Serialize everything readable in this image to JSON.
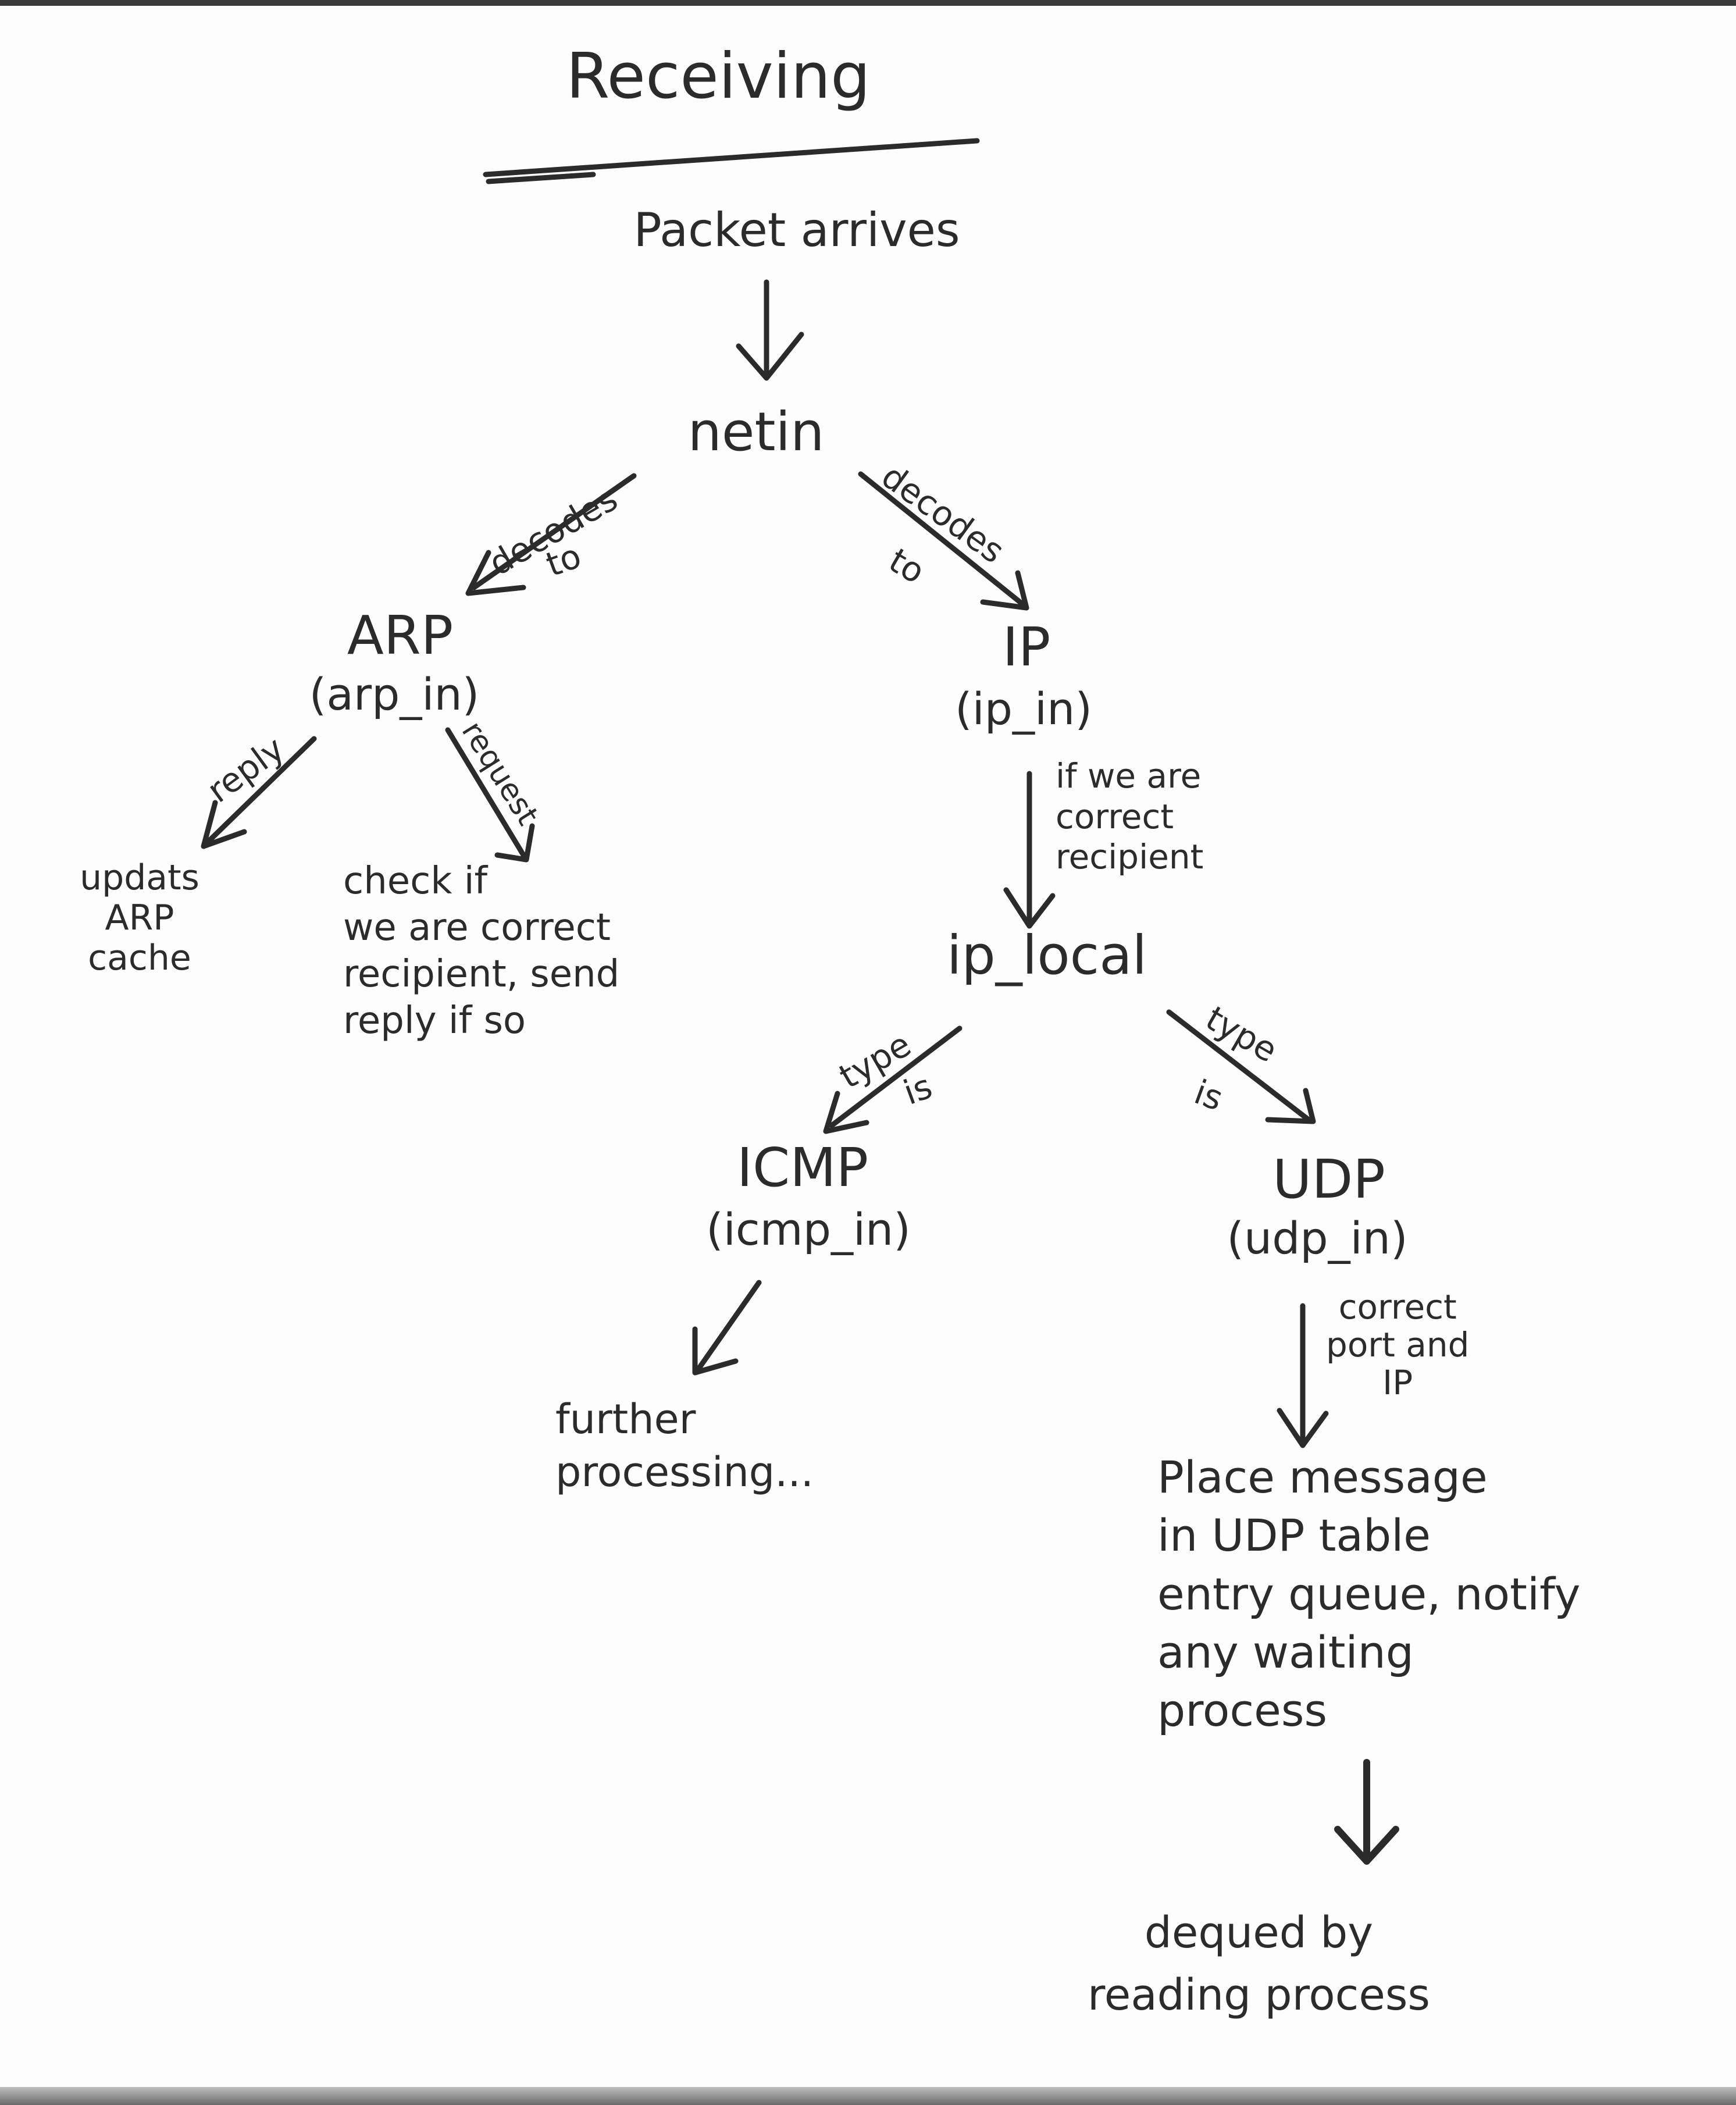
{
  "title": "Receiving",
  "nodes": {
    "packet": "Packet arrives",
    "netin": "netin",
    "arp": "ARP",
    "arp_fn": "(arp_in)",
    "ip": "IP",
    "ip_fn": "(ip_in)",
    "ip_local": "ip_local",
    "icmp": "ICMP",
    "icmp_fn": "(icmp_in)",
    "udp": "UDP",
    "udp_fn": "(udp_in)",
    "arp_cache": "updats\nARP\ncache",
    "arp_check": "check if\nwe are correct\nrecipient, send\nreply if so",
    "further": "further\nprocessing...",
    "udp_place": "Place message\nin UDP table\nentry queue, notify\nany waiting\nprocess",
    "dequeued": "dequed by\nreading process"
  },
  "edge_labels": {
    "netin_arp_1": "decodes",
    "netin_arp_2": "to",
    "netin_ip_1": "decodes",
    "netin_ip_2": "to",
    "arp_reply": "reply",
    "arp_request": "request",
    "ip_local_cond": "if we are\ncorrect\nrecipient",
    "icmp_type_1": "type",
    "icmp_type_2": "is",
    "udp_type_1": "type",
    "udp_type_2": "is",
    "udp_cond": "correct\nport and\nIP"
  },
  "colors": {
    "ink": "#2b2b2b",
    "board": "#fdfdfd"
  }
}
